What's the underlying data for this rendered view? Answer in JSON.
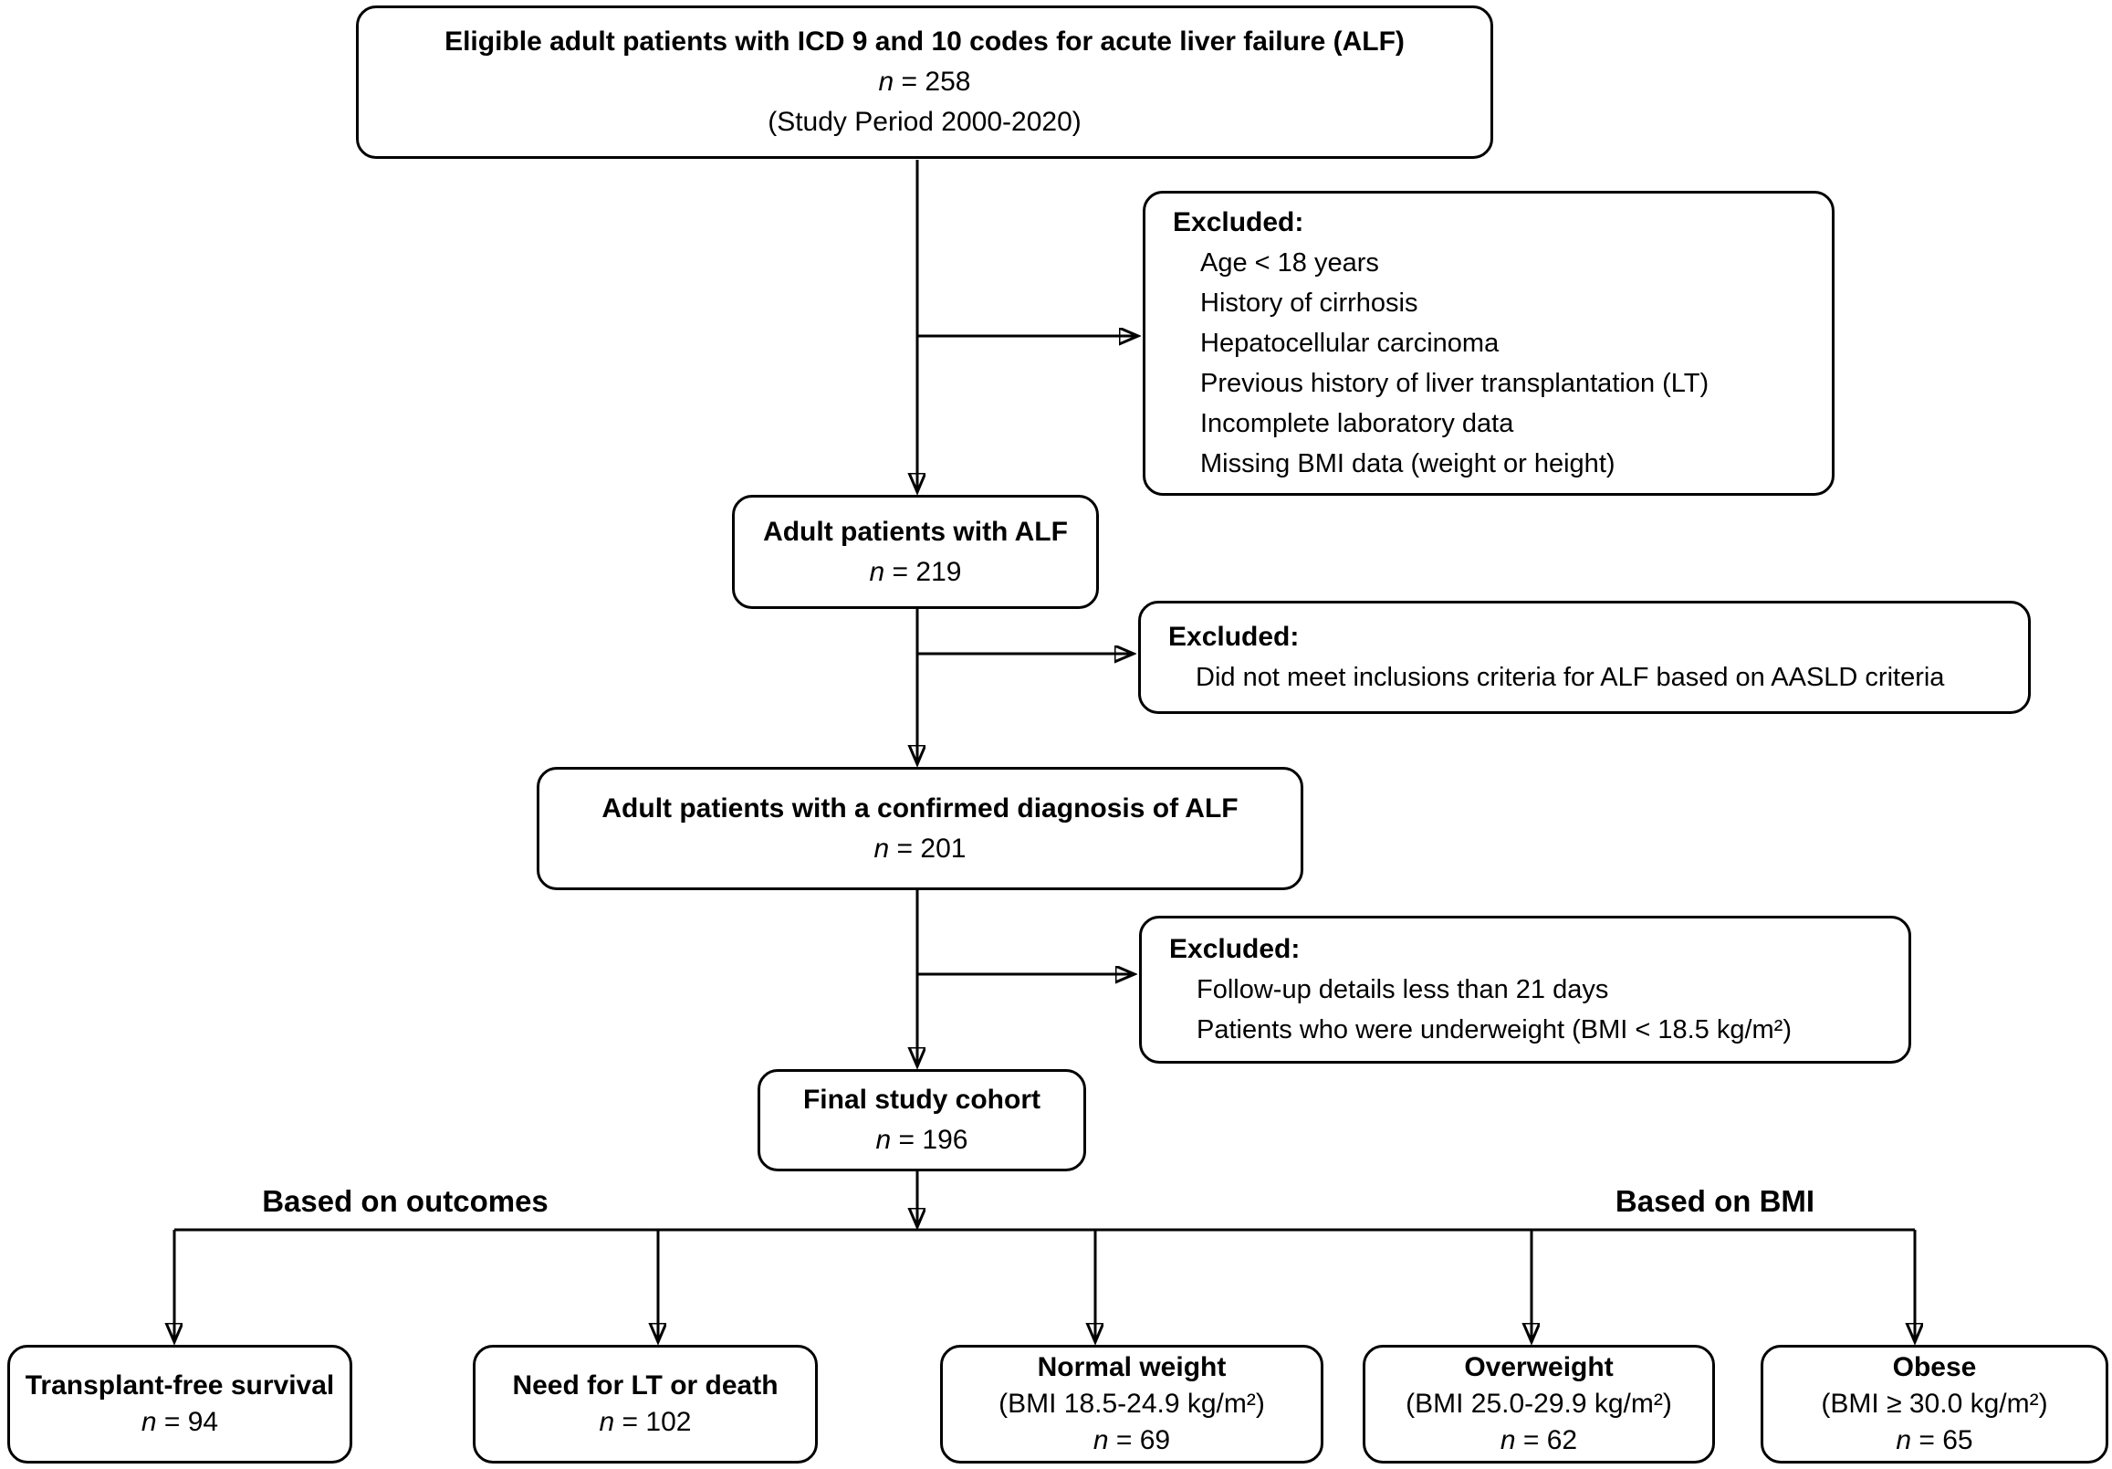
{
  "figure": {
    "background": "#ffffff",
    "line_color": "#000000",
    "box_fill": "#ffffff",
    "box_border_color": "#000000",
    "text_color": "#000000"
  },
  "branch_labels": {
    "outcomes": "Based on outcomes",
    "bmi": "Based on BMI"
  },
  "boxes": {
    "eligible": {
      "title": "Eligible adult patients with ICD 9 and 10 codes for acute liver failure (ALF)",
      "n_var": "n",
      "n_rest": " = 258",
      "subtitle": "(Study Period 2000-2020)"
    },
    "excluded1": {
      "heading": "Excluded:",
      "items": [
        "Age < 18 years",
        "History of cirrhosis",
        "Hepatocellular carcinoma",
        "Previous history of liver transplantation (LT)",
        "Incomplete laboratory data",
        "Missing BMI data (weight or height)"
      ]
    },
    "alf": {
      "title": "Adult patients with ALF",
      "n_var": "n",
      "n_rest": " = 219"
    },
    "excluded2": {
      "heading": "Excluded:",
      "items": [
        "Did not meet inclusions criteria for ALF based on AASLD criteria"
      ]
    },
    "confirmed": {
      "title": "Adult patients with a confirmed diagnosis of ALF",
      "n_var": "n",
      "n_rest": " = 201"
    },
    "excluded3": {
      "heading": "Excluded:",
      "items": [
        "Follow-up details less than 21 days",
        "Patients who were underweight (BMI < 18.5 kg/m²)"
      ]
    },
    "final": {
      "title": "Final study cohort",
      "n_var": "n",
      "n_rest": " = 196"
    },
    "outcome1": {
      "title": "Transplant-free survival",
      "n_var": "n",
      "n_rest": " = 94"
    },
    "outcome2": {
      "title": "Need for LT or death",
      "n_var": "n",
      "n_rest": " = 102"
    },
    "bmi1": {
      "title": "Normal weight",
      "subtitle": "(BMI 18.5-24.9 kg/m²)",
      "n_var": "n",
      "n_rest": " = 69"
    },
    "bmi2": {
      "title": "Overweight",
      "subtitle": "(BMI 25.0-29.9 kg/m²)",
      "n_var": "n",
      "n_rest": " = 62"
    },
    "bmi3": {
      "title": "Obese",
      "subtitle": "(BMI ≥ 30.0 kg/m²)",
      "n_var": "n",
      "n_rest": " = 65"
    }
  }
}
